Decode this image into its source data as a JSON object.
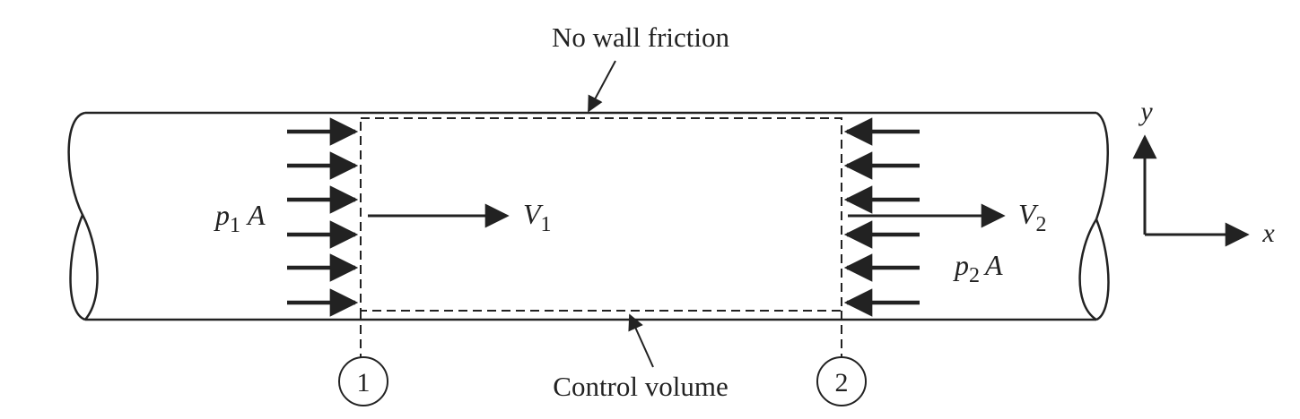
{
  "labels": {
    "top_note": "No wall friction",
    "bottom_note": "Control volume",
    "section_1": "1",
    "section_2": "2",
    "force_left_symbol": "p",
    "force_left_sub": "1",
    "force_left_area": "A",
    "force_right_symbol": "p",
    "force_right_sub": "2",
    "force_right_area": "A",
    "velocity_1_symbol": "V",
    "velocity_1_sub": "1",
    "velocity_2_symbol": "V",
    "velocity_2_sub": "2",
    "axis_y": "y",
    "axis_x": "x"
  },
  "colors": {
    "ink": "#222222"
  }
}
